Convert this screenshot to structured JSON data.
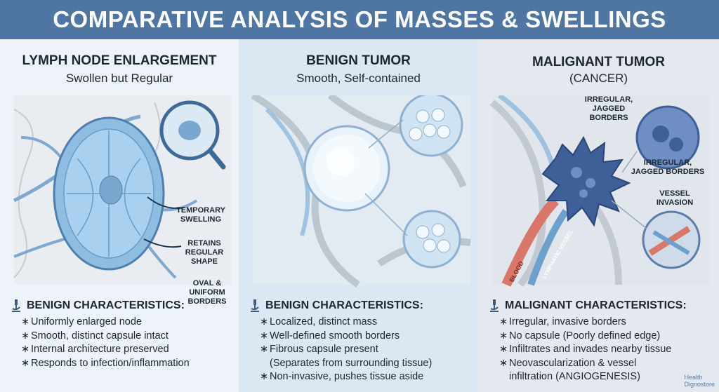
{
  "title": "COMPARATIVE ANALYSIS OF MASSES & SWELLINGS",
  "panels": [
    {
      "title": "LYMPH NODE ENLARGEMENT",
      "subtitle": "Swollen but Regular",
      "callouts": [
        "TEMPORARY SWELLING",
        "RETAINS REGULAR SHAPE",
        "OVAL & UNIFORM BORDERS"
      ],
      "char_title": "BENIGN CHARACTERISTICS:",
      "chars": [
        "Uniformly enlarged node",
        "Smooth, distinct capsule intact",
        "Internal architecture preserved",
        "Responds to infection/inflammation"
      ]
    },
    {
      "title": "BENIGN TUMOR",
      "subtitle": "Smooth, Self-contained",
      "char_title": "BENIGN CHARACTERISTICS:",
      "chars": [
        "Localized, distinct mass",
        "Well-defined smooth borders",
        "Fibrous capsule present",
        "(Separates from surrounding tissue)",
        "Non-invasive, pushes tissue aside"
      ]
    },
    {
      "title": "MALIGNANT TUMOR",
      "subtitle": "(CANCER)",
      "callouts": [
        "IRREGULAR, JAGGED BORDERS",
        "IRREGULAR, JAGGED BORDERS",
        "VESSEL INVASION"
      ],
      "vessel_labels": [
        "BLOOD",
        "LYMPHATIC VESSEL"
      ],
      "char_title": "MALIGNANT CHARACTERISTICS:",
      "chars": [
        "Irregular, invasive borders",
        "No capsule (Poorly defined edge)",
        "Infiltrates and invades nearby tissue",
        "Neovascularization & vessel",
        "infiltration (ANGIOGENESIS)"
      ]
    }
  ],
  "brand": {
    "line1": "Health",
    "line2": "Dignostore"
  },
  "icons": [
    "microscope-icon",
    "magnifier-icon"
  ],
  "colors": {
    "title_bar": "#4f75a3",
    "node": "#9cc6e6",
    "tumor_benign": "#e8f2fb",
    "tumor_malignant": "#3f5f99",
    "blood": "#d9776a"
  }
}
